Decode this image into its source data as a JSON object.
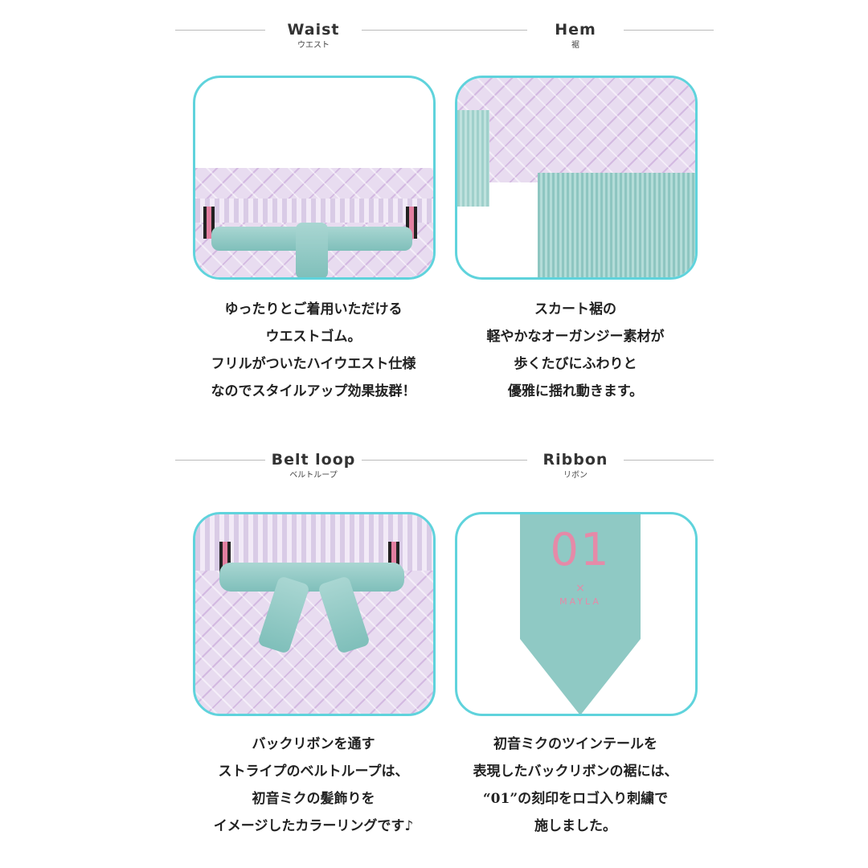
{
  "sections": [
    {
      "title": "Waist",
      "subtitle": "ウエスト",
      "lines": [
        "ゆったりとご着用いただける",
        "ウエストゴム。",
        "フリルがついたハイウエスト仕様",
        "なのでスタイルアップ効果抜群！"
      ]
    },
    {
      "title": "Hem",
      "subtitle": "裾",
      "lines": [
        "スカート裾の",
        "軽やかなオーガンジー素材が",
        "歩くたびにふわりと",
        "優雅に揺れ動きます。"
      ]
    },
    {
      "title": "Belt loop",
      "subtitle": "ベルトループ",
      "lines": [
        "バックリボンを通す",
        "ストライプのベルトループは、",
        "初音ミクの髪飾りを",
        "イメージしたカラーリングです♪"
      ]
    },
    {
      "title": "Ribbon",
      "subtitle": "リボン",
      "lines": [
        "初音ミクのツインテールを",
        "表現したバックリボンの裾には、",
        "“01”の刻印をロゴ入り刺繍で",
        "施しました。"
      ],
      "embroidery_number": "01",
      "embroidery_x": "×",
      "embroidery_logo": "MAYLA"
    }
  ],
  "colors": {
    "frame": "#5fd3dc",
    "ribbon": "#8fc9c4",
    "embroidery": "#e58aa8"
  }
}
